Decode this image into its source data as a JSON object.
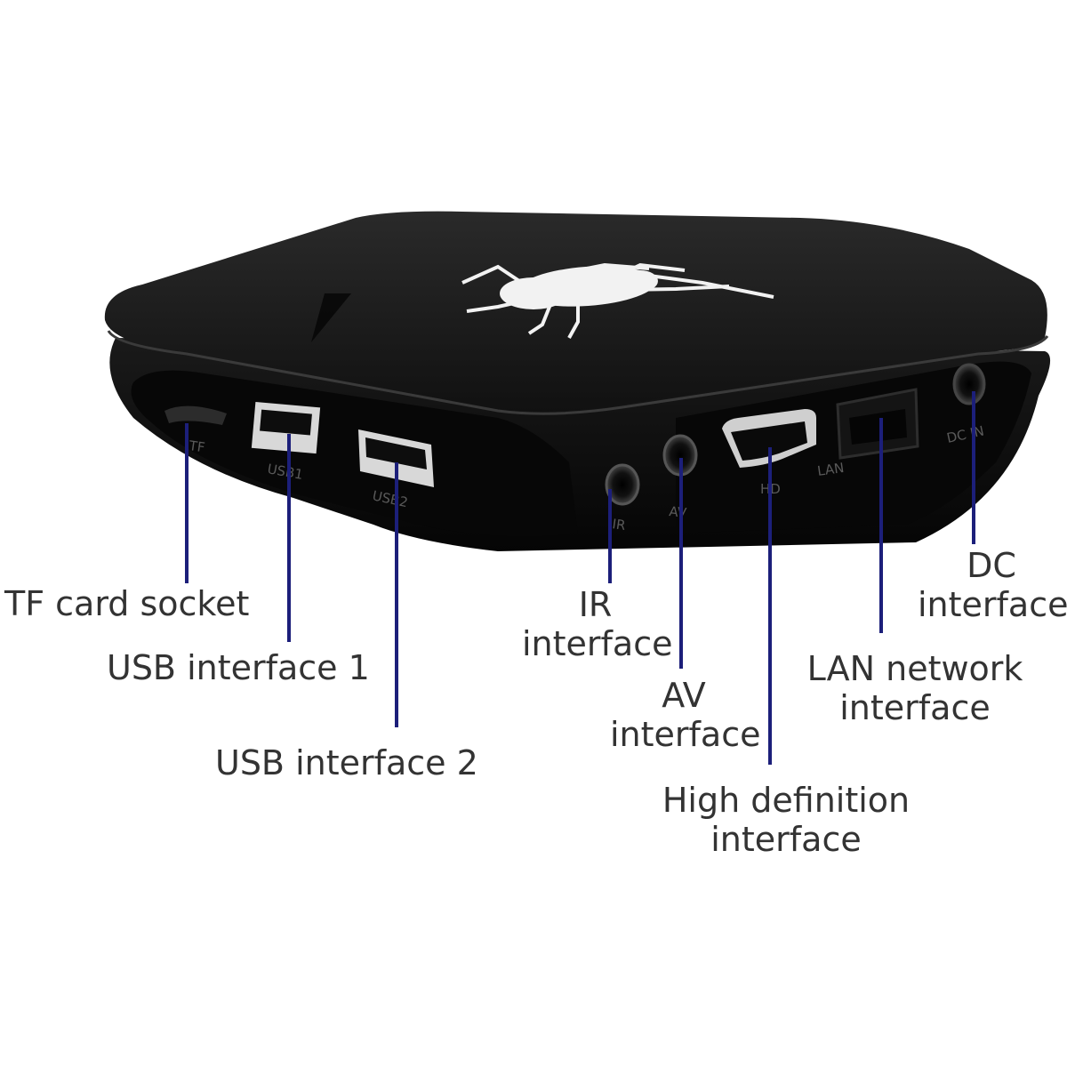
{
  "colors": {
    "callout_line": "#1c1f7a",
    "device_body": "#101010",
    "device_top": "#1d1d1d",
    "label_text": "#333333",
    "background": "#ffffff"
  },
  "device": {
    "logo": "spider-logo-icon",
    "port_labels": {
      "tf": "TF",
      "usb1": "USB1",
      "usb2": "USB2",
      "ir": "IR",
      "av": "AV",
      "hd": "HD",
      "lan": "LAN",
      "dc": "DC IN"
    }
  },
  "callouts": {
    "tf": "TF card socket",
    "usb1": "USB interface 1",
    "usb2": "USB interface 2",
    "ir": "IR\ninterface",
    "av": "AV\ninterface",
    "hd": "High definition\ninterface",
    "lan": "LAN network\ninterface",
    "dc": "DC\ninterface"
  }
}
